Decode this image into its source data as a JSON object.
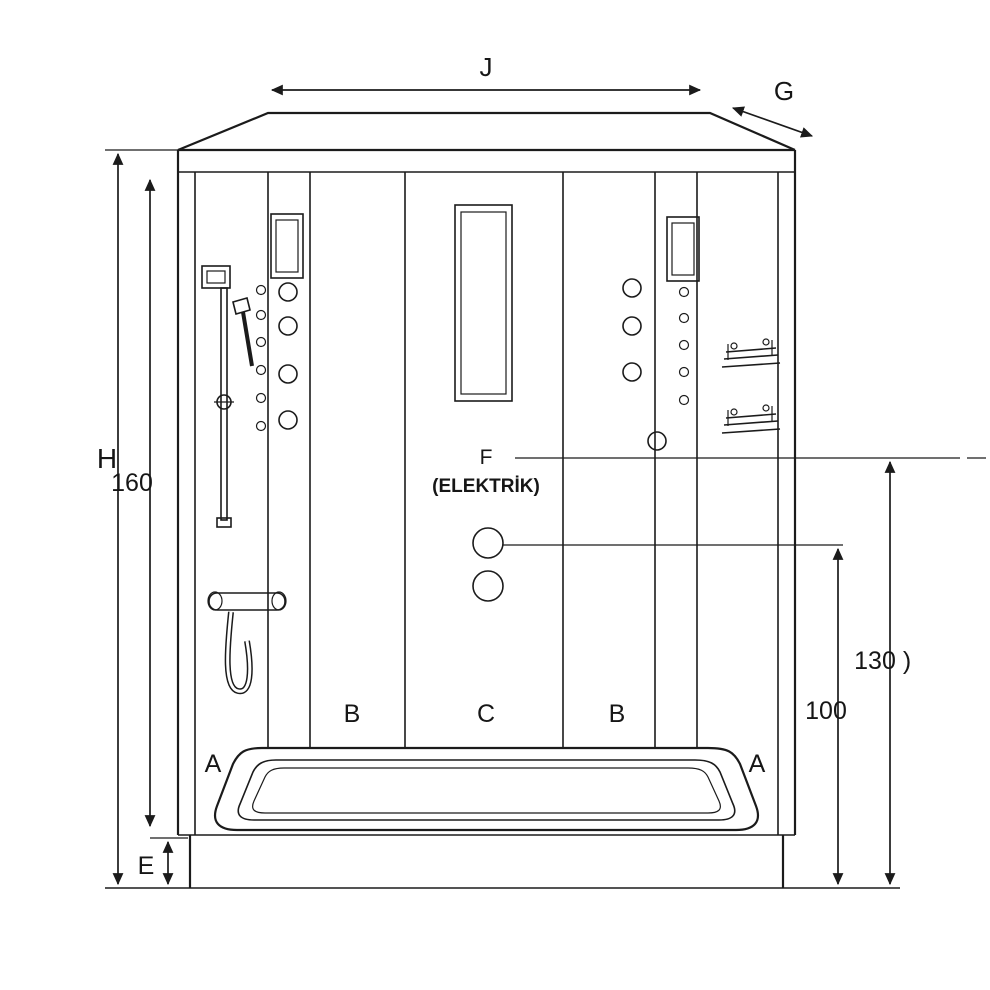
{
  "diagram": {
    "dimensions": {
      "width_top": "J",
      "depth": "G",
      "height_total": "H",
      "height_inner": "160",
      "base_height": "E",
      "right_outer": "130",
      "right_inner": "100"
    },
    "panels": {
      "a_left": "A",
      "b_left": "B",
      "c_center": "C",
      "b_right": "B",
      "a_right": "A"
    },
    "electric": {
      "label": "F",
      "sublabel": "(ELEKTRİK)"
    },
    "artifact_paren": ")"
  },
  "colors": {
    "line": "#1b1b1b",
    "background": "#ffffff"
  }
}
